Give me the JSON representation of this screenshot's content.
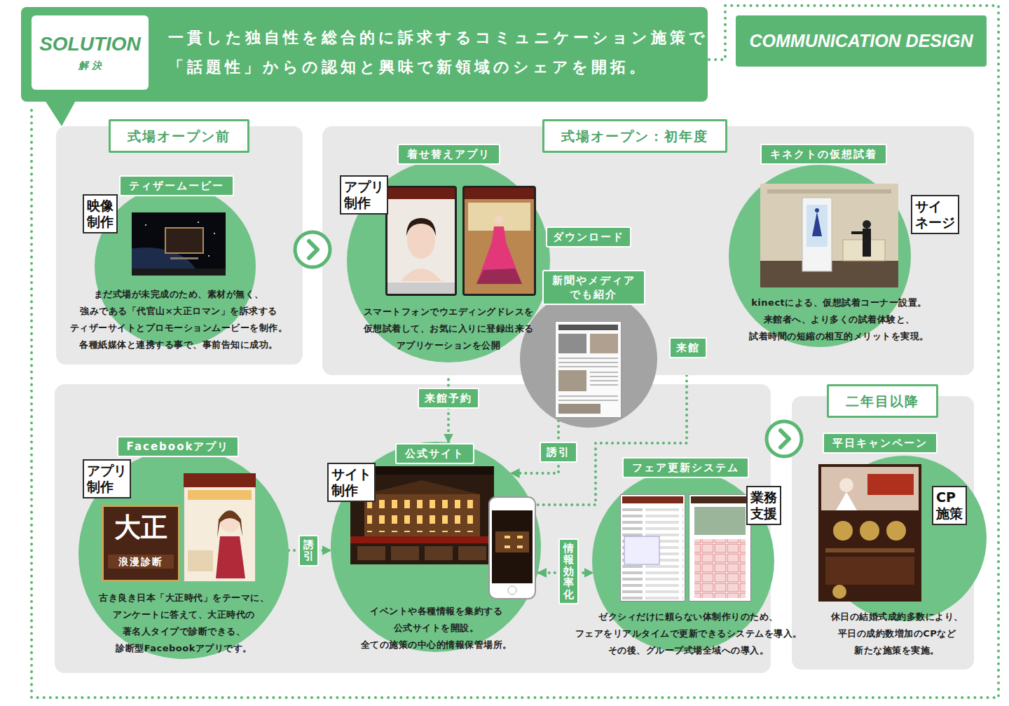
{
  "diagram": {
    "title": "一貫した独自性を総合的に訴求するコミュニケーション施策で 「話題性」からの認知と興味で新領域のシェアを開拓。",
    "nodes": [
      {
        "text": [
          "SOLUTION",
          "解 決"
        ]
      },
      {
        "text": [
          "COMMUNICATION DESIGN"
        ]
      },
      {
        "text": [
          "式場オープン前"
        ]
      },
      {
        "text": [
          "ティザームービー",
          "まだ式場が未完成のため、素材が無く、 強みである「代官山×大正ロマン」を訴求する ティザーサイトとプロモーションムービーを制作。 各種紙媒体と連携する事で、事前告知に成功。"
        ],
        "in": 2
      },
      {
        "text": [
          "映像 制作"
        ],
        "in": 3
      },
      {
        "text": [
          "式場オープン：初年度"
        ]
      },
      {
        "text": [
          "着せ替えアプリ",
          "スマートフォンでウエディングドレスを 仮想試着して、お気に入りに登録出来る アプリケーションを公開"
        ],
        "in": 5
      },
      {
        "text": [
          "アプリ 制作"
        ],
        "in": 6
      },
      {
        "text": [
          "新聞やメディア でも紹介"
        ],
        "in": 5
      },
      {
        "text": [
          "キネクトの仮想試着",
          "kinectによる、仮想試着コーナー設置。 来館者へ、より多くの試着体験と、 試着時間の短縮の相互的メリットを実現。"
        ],
        "in": 5
      },
      {
        "text": [
          "サイ ネージ"
        ],
        "in": 9
      },
      {
        "text": [
          "Facebookアプリ",
          "古き良き日本「大正時代」をテーマに、 アンケートに答えて、大正時代の 著名人タイプで診断できる、 診断型Facebookアプリです。"
        ]
      },
      {
        "text": [
          "アプリ 制作"
        ],
        "in": 11
      },
      {
        "text": [
          "公式サイト",
          "イベントや各種情報を集約する 公式サイトを開設。 全ての施策の中心的情報保管場所。"
        ]
      },
      {
        "text": [
          "サイト 制作"
        ],
        "in": 13
      },
      {
        "text": [
          "フェア更新システム",
          "ゼクシィだけに頼らない体制作りのため、 フェアをリアルタイムで更新できるシステムを導入。 その後、グループ式場全域への導入。"
        ]
      },
      {
        "text": [
          "業務 支援"
        ],
        "in": 15
      },
      {
        "text": [
          "二年目以降"
        ]
      },
      {
        "text": [
          "平日キャンペーン",
          "休日の結婚式成約多数により、 平日の成約数増加のCPなど 新たな施策を実施。"
        ],
        "in": 17
      },
      {
        "text": [
          "CP 施策"
        ],
        "in": 18
      }
    ],
    "edges": [
      {
        "from": 8,
        "to": 6,
        "arrow": "to",
        "label": "ダウンロード"
      },
      {
        "from": 6,
        "to": 13,
        "arrow": "to",
        "label": "来館予約"
      },
      {
        "from": 8,
        "to": 13,
        "arrow": "to",
        "label": "誘引"
      },
      {
        "from": 13,
        "to": 9,
        "arrow": "to",
        "label": "来館"
      },
      {
        "from": 11,
        "to": 13,
        "arrow": "to",
        "label": "誘引"
      },
      {
        "from": 13,
        "to": 15,
        "arrow": "both",
        "label": "情報効率化"
      }
    ],
    "labels": [
      "大正",
      "浪漫診断"
    ]
  }
}
